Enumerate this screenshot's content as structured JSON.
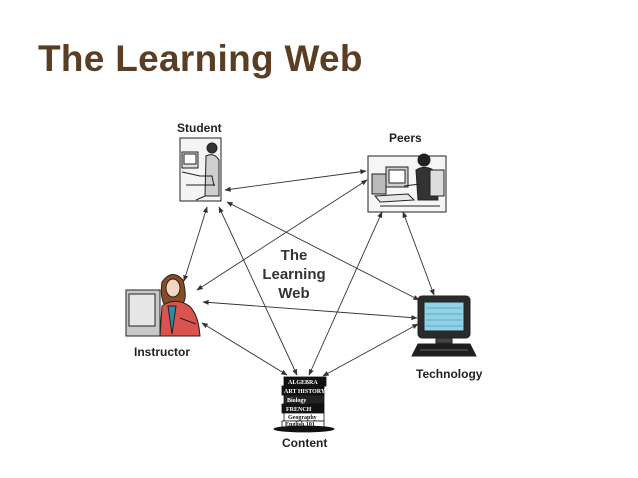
{
  "slide": {
    "title": "The Learning Web"
  },
  "center": {
    "lines": [
      "The",
      "Learning",
      "Web"
    ]
  },
  "nodes": {
    "student": "Student",
    "peers": "Peers",
    "instructor": "Instructor",
    "technology": "Technology",
    "content": "Content"
  },
  "content_books": [
    "ALGEBRA",
    "ART HISTORY",
    "Biology",
    "FRENCH",
    "Geography",
    "English 101"
  ],
  "colors": {
    "title": "#5a3e24",
    "arrows": "#333333",
    "monitor_screen": "#8fd3e8"
  },
  "icons": [
    "student-computer-icon",
    "peers-computer-icon",
    "instructor-icon",
    "computer-monitor-icon",
    "book-stack-icon"
  ]
}
